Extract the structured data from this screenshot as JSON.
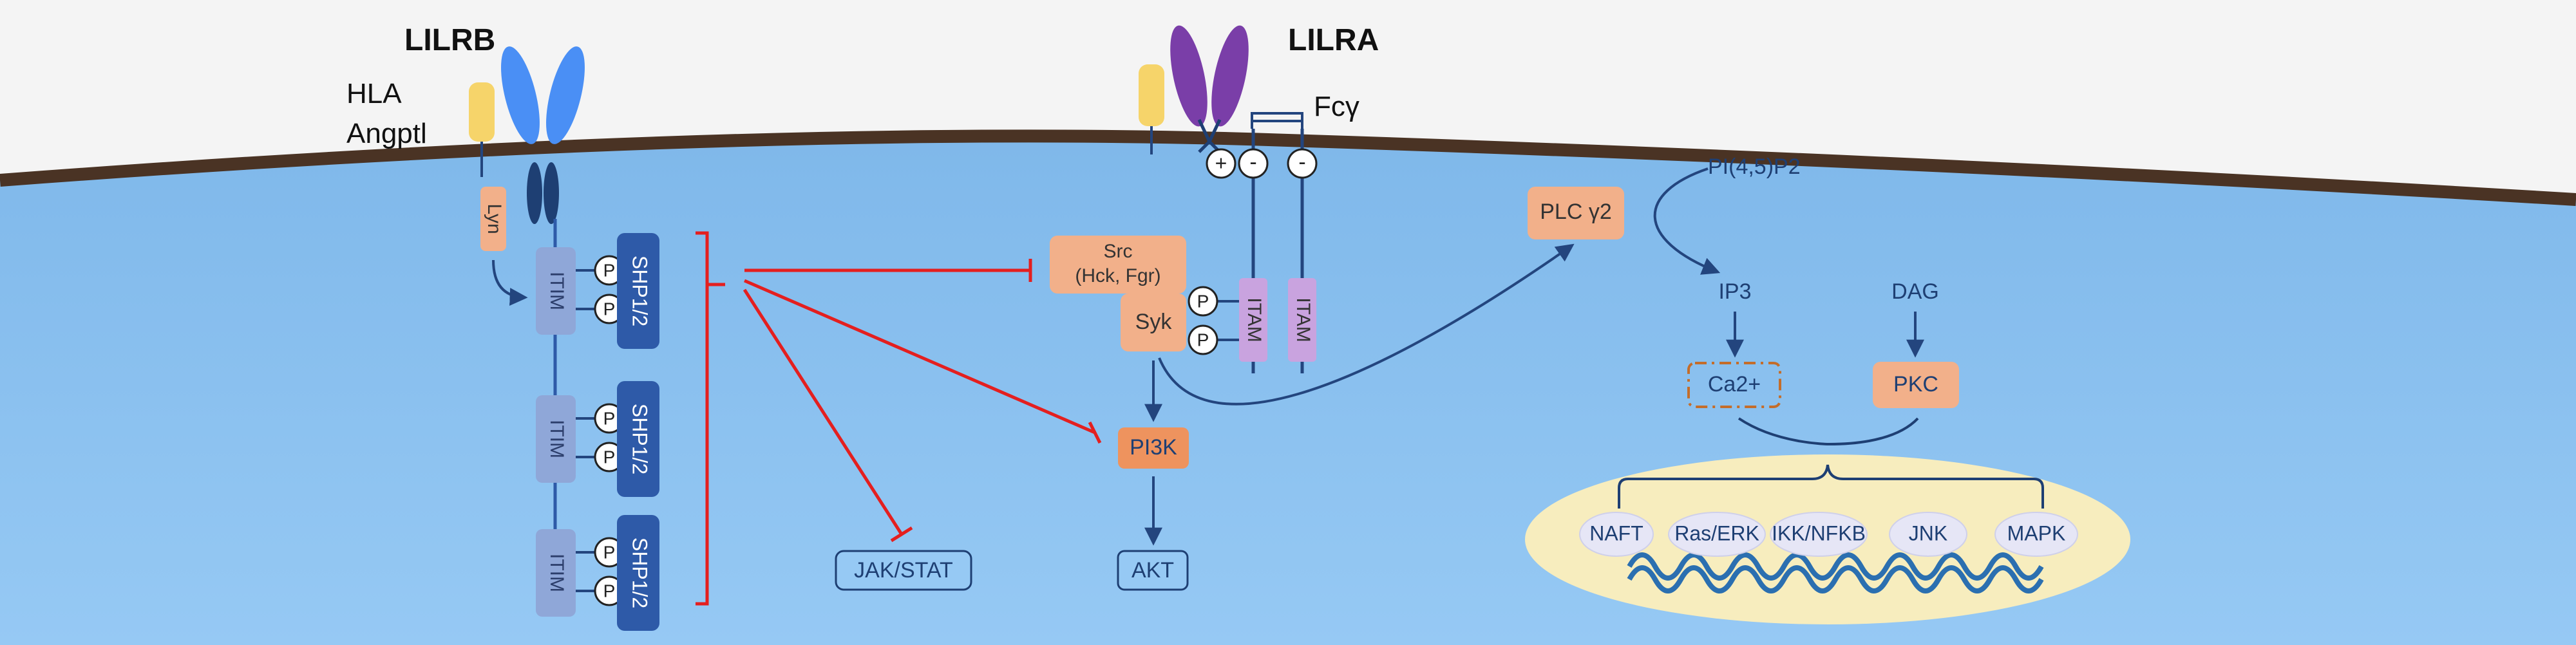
{
  "receptors": {
    "lilrb": {
      "label": "LILRB"
    },
    "lilra": {
      "label": "LILRA"
    }
  },
  "ligands": {
    "hla": "HLA",
    "angptl": "Angptl"
  },
  "kinases": {
    "lyn": "Lyn",
    "src_line1": "Src",
    "src_line2": "(Hck, Fgr)",
    "syk": "Syk"
  },
  "motifs": {
    "itim": "ITIM",
    "itam": "ITAM",
    "shp": "SHP1/2",
    "phospho": "P"
  },
  "fc": {
    "fcgamma": "Fcγ",
    "plus": "+",
    "minus": "-"
  },
  "pathway": {
    "pi3k": "PI3K",
    "akt": "AKT",
    "jakstat": "JAK/STAT",
    "plcg2": "PLC γ2",
    "pip2": "PI(4,5)P2",
    "ip3": "IP3",
    "dag": "DAG",
    "ca2": "Ca2+",
    "pkc": "PKC"
  },
  "transcription": {
    "factors": [
      "NAFT",
      "Ras/ERK",
      "IKK/NFKB",
      "JNK",
      "MAPK"
    ]
  },
  "colors": {
    "cell_interior": "#96c9f4",
    "membrane": "#4a3324",
    "lilrb_ig": "#4a8ff5",
    "lilra_ig": "#7a3ea8",
    "ligand": "#f6d46a",
    "kinase": "#f2b08a",
    "itim": "#8fa7d8",
    "shp": "#2e5aa8",
    "itam": "#c9a3df",
    "inhibit": "#e41f1f",
    "arrow": "#23457e",
    "pi3k": "#ee935e",
    "nucleus": "#f7edbe"
  }
}
